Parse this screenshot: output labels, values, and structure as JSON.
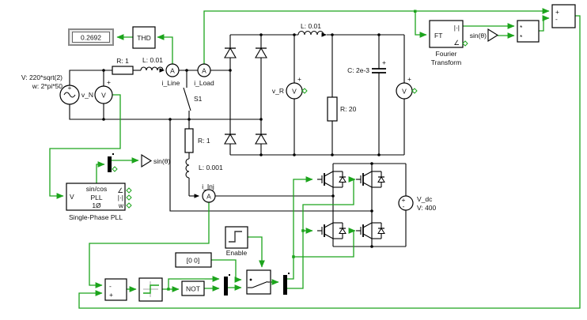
{
  "measurement": {
    "display_value": "0.2692",
    "thd_label": "THD"
  },
  "grid_source": {
    "voltage_expr": "V: 220*sqrt(2)",
    "freq_expr": "w: 2*pi*50",
    "voltmeter_label": "v_N"
  },
  "line_impedance": {
    "resistor_label": "R: 1",
    "inductor_label": "L: 0.01"
  },
  "ammeters": {
    "line_label": "i_Line",
    "load_label": "i_Load",
    "inj_label": "i_Inj"
  },
  "breaker": {
    "label": "S1"
  },
  "injection_branch": {
    "resistor_label": "R: 1",
    "inductor_label": "L: 0.001"
  },
  "pll": {
    "input_port": "V",
    "row1": "sin/cos",
    "row2": "PLL",
    "row3": "1Ø",
    "out_angle": "∠",
    "out_mag": "|·|",
    "out_w": "w",
    "caption": "Single-Phase PLL",
    "goto_tag": "sin(θ)"
  },
  "rectifier_load": {
    "inductor_label": "L: 0.01",
    "voltmeter_label": "v_R",
    "capacitor_label": "C: 2e-3",
    "resistor_label": "R: 20"
  },
  "fourier": {
    "name": "FT",
    "out_mag": "|·|",
    "out_angle": "∠",
    "caption_line1": "Fourier",
    "caption_line2": "Transform",
    "from_tag": "sin(θ)"
  },
  "math": {
    "product_in1": "*",
    "product_in2": "*",
    "sum_top_plus": "+",
    "sum_top_minus": "-",
    "sum_bottom_minus": "-",
    "sum_bottom_plus": "+"
  },
  "inverter": {
    "dc_name": "V_dc",
    "dc_value": "V: 400"
  },
  "control": {
    "enable_caption": "Enable",
    "constant_value": "[0 0]",
    "not_label": "NOT"
  },
  "meters": {
    "ammeter_glyph": "A",
    "voltmeter_glyph": "V",
    "plus_glyph": "+",
    "minus_glyph": "-"
  }
}
